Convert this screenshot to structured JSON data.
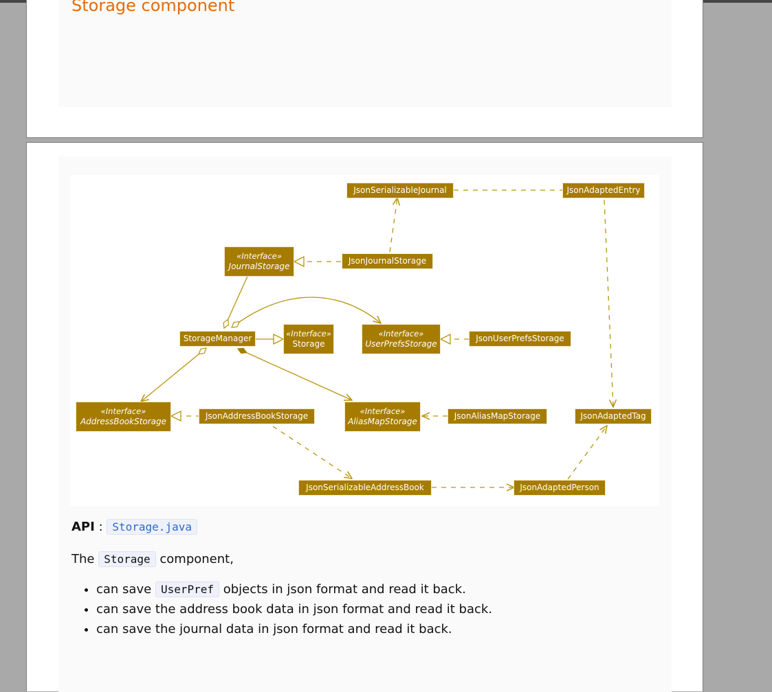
{
  "section": {
    "heading": "Storage component"
  },
  "diagram": {
    "boxes": {
      "json_serializable_journal": "JsonSerializableJournal",
      "json_adapted_entry": "JsonAdaptedEntry",
      "journal_storage_stereo": "«Interface»",
      "journal_storage_name": "JournalStorage",
      "json_journal_storage": "JsonJournalStorage",
      "storage_manager": "StorageManager",
      "storage_stereo": "«Interface»",
      "storage_name": "Storage",
      "user_prefs_storage_stereo": "«Interface»",
      "user_prefs_storage_name": "UserPrefsStorage",
      "json_user_prefs_storage": "JsonUserPrefsStorage",
      "address_book_storage_stereo": "«Interface»",
      "address_book_storage_name": "AddressBookStorage",
      "json_address_book_storage": "JsonAddressBookStorage",
      "alias_map_storage_stereo": "«Interface»",
      "alias_map_storage_name": "AliasMapStorage",
      "json_alias_map_storage": "JsonAliasMapStorage",
      "json_adapted_tag": "JsonAdaptedTag",
      "json_serializable_address_book": "JsonSerializableAddressBook",
      "json_adapted_person": "JsonAdaptedPerson"
    },
    "colors": {
      "box_fill": "#a67c00",
      "line": "#b8940c"
    }
  },
  "api": {
    "label": "API",
    "separator": ":",
    "link": "Storage.java"
  },
  "intro": {
    "prefix": "The",
    "code": "Storage",
    "suffix": "component,"
  },
  "bullets": {
    "b1_prefix": "can save",
    "b1_code": "UserPref",
    "b1_suffix": "objects in json format and read it back.",
    "b2": "can save the address book data in json format and read it back.",
    "b3": "can save the journal data in json format and read it back."
  }
}
